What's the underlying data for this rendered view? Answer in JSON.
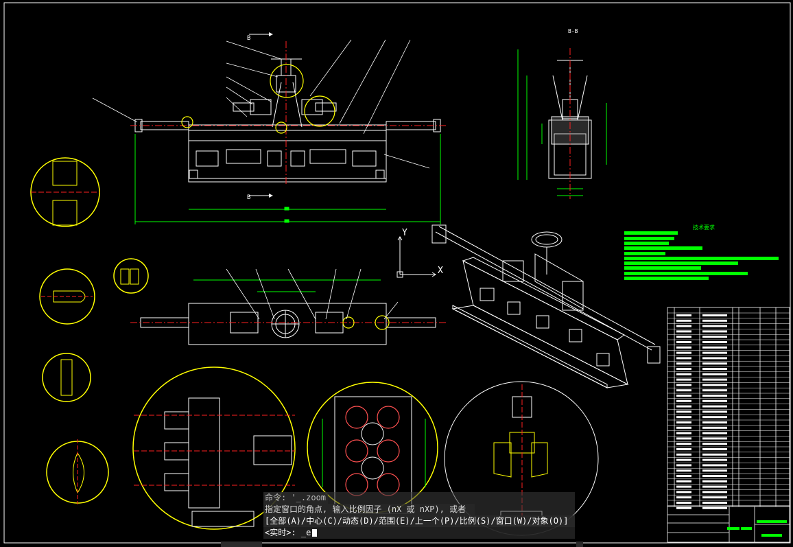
{
  "drawing": {
    "tech_requirements_title": "技术要求",
    "section_label_top": "B-B",
    "section_marker": "B",
    "axis_y": "Y",
    "axis_x": "X",
    "colors": {
      "background": "#000000",
      "outline": "#ffffff",
      "centerline": "#ff2020",
      "dimension": "#00ff00",
      "detail_circle": "#ffff00",
      "leader": "#ffffff",
      "hatch": "#ffff00"
    }
  },
  "command_line": {
    "history_1": "命令: '_.zoom",
    "history_2": "指定窗口的角点, 输入比例因子 (nX 或 nXP), 或者",
    "history_3": "[全部(A)/中心(C)/动态(D)/范围(E)/上一个(P)/比例(S)/窗口(W)/对象(O)]",
    "prompt": "<实时>: _e"
  }
}
